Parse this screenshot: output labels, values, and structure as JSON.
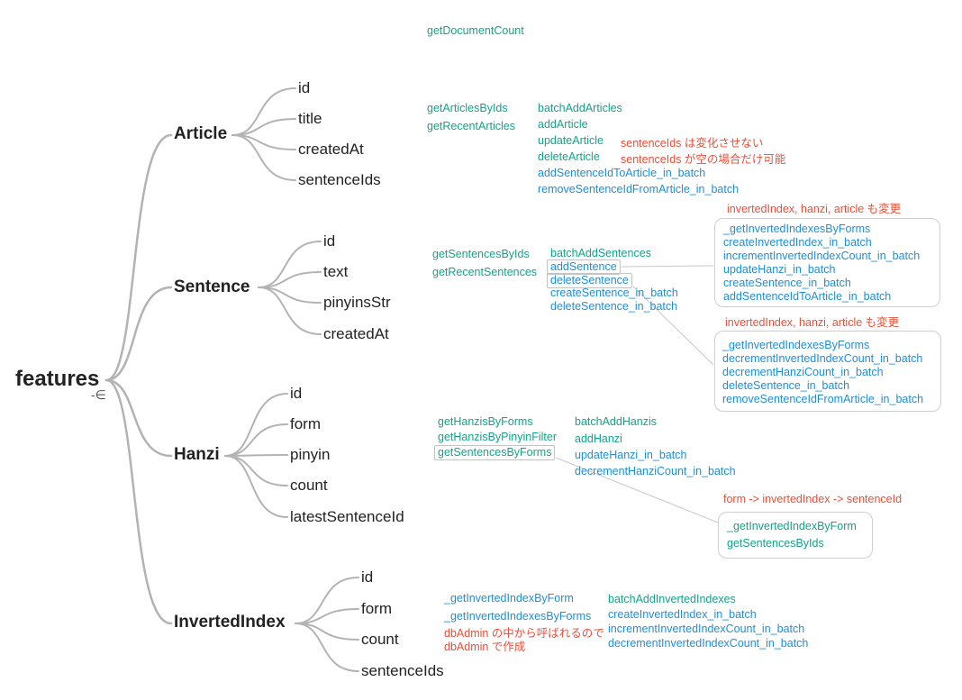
{
  "root": {
    "label": "features",
    "icon": "collapse-icon"
  },
  "top_node": {
    "label": "getDocumentCount"
  },
  "branches": [
    {
      "label": "Article",
      "fields": [
        "id",
        "title",
        "createdAt",
        "sentenceIds"
      ]
    },
    {
      "label": "Sentence",
      "fields": [
        "id",
        "text",
        "pinyinsStr",
        "createdAt"
      ]
    },
    {
      "label": "Hanzi",
      "fields": [
        "id",
        "form",
        "pinyin",
        "count",
        "latestSentenceId"
      ]
    },
    {
      "label": "InvertedIndex",
      "fields": [
        "id",
        "form",
        "count",
        "sentenceIds"
      ]
    }
  ],
  "article": {
    "queries": [
      "getArticlesByIds",
      "getRecentArticles"
    ],
    "mutations": [
      "batchAddArticles",
      "addArticle",
      "updateArticle",
      "deleteArticle",
      "addSentenceIdToArticle_in_batch",
      "removeSentenceIdFromArticle_in_batch"
    ],
    "notes": [
      "sentenceIds は変化させない",
      "sentenceIds が空の場合だけ可能"
    ]
  },
  "sentence": {
    "queries": [
      "getSentencesByIds",
      "getRecentSentences"
    ],
    "mutations": [
      "batchAddSentences",
      "addSentence",
      "deleteSentence",
      "createSentence_in_batch",
      "deleteSentence_in_batch"
    ],
    "add_card": {
      "note": "invertedIndex, hanzi, article も変更",
      "items": [
        "_getInvertedIndexesByForms",
        "createInvertedIndex_in_batch",
        "incrementInvertedIndexCount_in_batch",
        "updateHanzi_in_batch",
        "createSentence_in_batch",
        "addSentenceIdToArticle_in_batch"
      ]
    },
    "delete_card": {
      "note": "invertedIndex, hanzi, article も変更",
      "items": [
        "_getInvertedIndexesByForms",
        "decrementInvertedIndexCount_in_batch",
        "decrementHanziCount_in_batch",
        "deleteSentence_in_batch",
        "removeSentenceIdFromArticle_in_batch"
      ]
    }
  },
  "hanzi": {
    "queries": [
      "getHanzisByForms",
      "getHanzisByPinyinFilter",
      "getSentencesByForms"
    ],
    "mutations": [
      "batchAddHanzis",
      "addHanzi",
      "updateHanzi_in_batch",
      "decrementHanziCount_in_batch"
    ],
    "forms_card": {
      "note": "form -> invertedIndex -> sentenceId",
      "items": [
        "_getInvertedIndexByForm",
        "getSentencesByIds"
      ]
    }
  },
  "inverted_index": {
    "queries": [
      "_getInvertedIndexByForm",
      "_getInvertedIndexesByForms"
    ],
    "notes": [
      "dbAdmin の中から呼ばれるので",
      "dbAdmin で作成"
    ],
    "mutations": [
      "batchAddInvertedIndexes",
      "createInvertedIndex_in_batch",
      "incrementInvertedIndexCount_in_batch",
      "decrementInvertedIndexCount_in_batch"
    ]
  },
  "colors": {
    "query": "#14a38a",
    "mutation": "#1e8fd6",
    "note": "#e8503a",
    "line": "#b3b3b3",
    "text": "#222222"
  }
}
